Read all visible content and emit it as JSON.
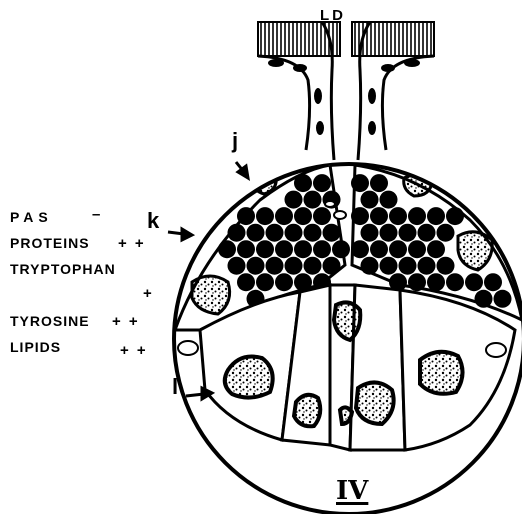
{
  "diagram": {
    "duct_label": "LD",
    "plate_number": "IV",
    "cell_marks": [
      "j",
      "k",
      "l"
    ],
    "stains": [
      {
        "name": "PAS",
        "result": "–"
      },
      {
        "name": "PROTEINS",
        "result": "+ +"
      },
      {
        "name": "TRYPTOPHAN",
        "result": "+"
      },
      {
        "name": "TYROSINE",
        "result": "+ +"
      },
      {
        "name": "LIPIDS",
        "result": "+ +"
      }
    ]
  }
}
